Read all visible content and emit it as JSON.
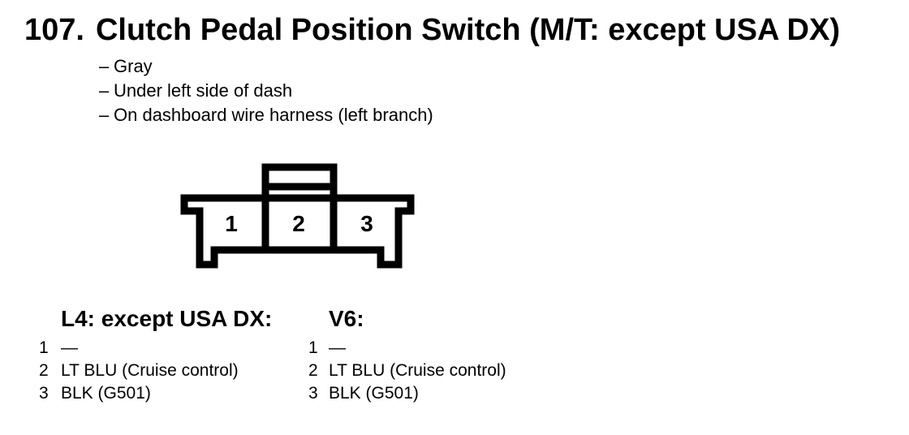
{
  "colors": {
    "ink": "#000000",
    "paper": "#ffffff"
  },
  "header": {
    "number": "107.",
    "title": "Clutch Pedal Position Switch (M/T: except USA DX)"
  },
  "notes": {
    "dash": "–",
    "items": [
      "Gray",
      "Under left side of dash",
      "On dashboard wire harness (left branch)"
    ]
  },
  "connector": {
    "pins": [
      "1",
      "2",
      "3"
    ]
  },
  "pinouts": [
    {
      "header": "L4: except USA DX:",
      "rows": [
        {
          "pin": "1",
          "desc": "—"
        },
        {
          "pin": "2",
          "desc": "LT BLU (Cruise control)"
        },
        {
          "pin": "3",
          "desc": "BLK (G501)"
        }
      ]
    },
    {
      "header": "V6:",
      "rows": [
        {
          "pin": "1",
          "desc": "—"
        },
        {
          "pin": "2",
          "desc": "LT BLU (Cruise control)"
        },
        {
          "pin": "3",
          "desc": "BLK (G501)"
        }
      ]
    }
  ]
}
